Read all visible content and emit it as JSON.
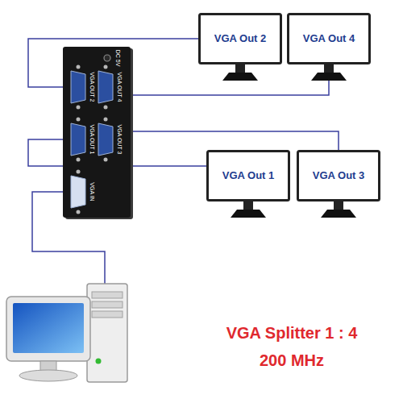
{
  "diagram": {
    "nodes": [
      {
        "text": [
          "DC 5V",
          "VGA OUT 2",
          "VGA OUT 4",
          "VGA OUT 1",
          "VGA OUT 3",
          "VGA IN"
        ]
      },
      {
        "text": [
          "VGA Out 2"
        ]
      },
      {
        "text": [
          "VGA Out 4"
        ]
      },
      {
        "text": [
          "VGA Out 1"
        ]
      },
      {
        "text": [
          "VGA Out 3"
        ]
      }
    ],
    "edges": [
      {
        "from": 0,
        "to": 1,
        "arrow": "none"
      },
      {
        "from": 0,
        "to": 2,
        "arrow": "none"
      },
      {
        "from": 0,
        "to": 3,
        "arrow": "none"
      },
      {
        "from": 0,
        "to": 4,
        "arrow": "none"
      }
    ],
    "labels": [
      "VGA Splitter 1 : 4",
      "200 MHz"
    ]
  }
}
